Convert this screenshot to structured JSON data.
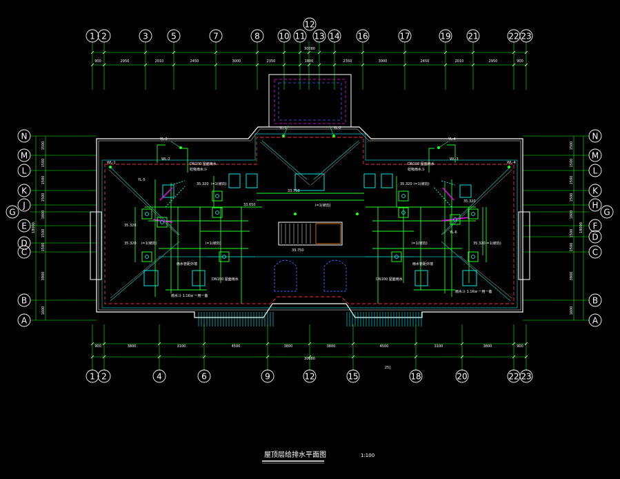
{
  "drawing": {
    "title": "屋顶层给排水平面图",
    "scale": "1:100",
    "colors": {
      "background": "#000000",
      "grid_line": "#00ff00",
      "wall": "#ffffff",
      "pipe_green": "#22ff22",
      "roof_cyan": "#00cccc",
      "pipe_red": "#ff3030",
      "pipe_magenta": "#ff00ff",
      "pipe_blue": "#4466ff",
      "pipe_cyan_bright": "#00ffff",
      "text": "#ffffff"
    }
  },
  "axes": {
    "top": [
      "1",
      "2",
      "3",
      "5",
      "7",
      "8",
      "10",
      "11",
      "12",
      "13",
      "14",
      "16",
      "17",
      "19",
      "21",
      "22",
      "23"
    ],
    "bottom": [
      "1",
      "2",
      "4",
      "6",
      "9",
      "12",
      "15",
      "18",
      "20",
      "22",
      "23"
    ],
    "left": [
      "N",
      "M",
      "L",
      "K",
      "J",
      "G",
      "E",
      "D",
      "C",
      "B",
      "A"
    ],
    "right": [
      "N",
      "M",
      "L",
      "K",
      "H",
      "G",
      "F",
      "D",
      "C",
      "B",
      "A"
    ]
  },
  "dimensions": {
    "top_total": "30080",
    "top_segments": [
      "900",
      "2950",
      "2010",
      "2450",
      "3000",
      "2350",
      "1800",
      "2350",
      "3000",
      "2450",
      "2010",
      "2950",
      "900"
    ],
    "bottom_total": "30080",
    "bottom_segments": [
      "900",
      "3800",
      "3100",
      "4500",
      "3800",
      "3800",
      "4500",
      "3100",
      "3800",
      "900"
    ],
    "bottom_extra": "25]",
    "left_total": "18000",
    "left_segments": [
      "1500",
      "1500",
      "1500",
      "1500",
      "1800",
      "1500",
      "1500",
      "3900",
      "1600"
    ],
    "right_total": "18000",
    "right_segments": [
      "1500",
      "1500",
      "1500",
      "1500",
      "1800",
      "1500",
      "1500",
      "3900",
      "1600"
    ]
  },
  "labels": {
    "elev_top_center": "33.750",
    "elev_center": "33.650",
    "elev_bottom_center": "33.750",
    "elev_left_1": "35.320",
    "elev_left_2": "35.320",
    "elev_left_3": "35.320",
    "elev_right_1": "35.320",
    "elev_right_2": "35.320",
    "elev_right_3": "35.320",
    "slope_1": "i=1(坡向)",
    "slope_2": "i=1(坡向)",
    "slope_3": "i=1(坡向)",
    "slope_4": "i=1(坡向)",
    "slope_5": "i=1(坡向)",
    "slope_6": "i=1(坡向)",
    "slope_7": "i=1(坡向)",
    "dn_left": "DN100 屋面雨水",
    "dn_left_sub": "虹吸雨水斗",
    "dn_right": "DN100 屋面雨水",
    "dn_right_sub": "虹吸雨水斗",
    "dn_low_left": "DN100 屋面雨水",
    "dn_low_right": "DN100 屋面雨水",
    "note_left": "雨水管距外墙",
    "note_right": "雨水管距外墙",
    "ll_1": "YL-1",
    "ll_2": "YL-2",
    "ll_3": "YL-3",
    "ll_4": "YL-4",
    "ll_5": "YL-5",
    "ll_6": "YL-6",
    "wl_1": "WL-1",
    "wl_2": "WL-2",
    "wl_3": "WL-3",
    "wl_4": "WL-4",
    "rw_left": "雨水斗 1.1Kw  一用一备",
    "rw_right": "雨水斗 1.1Kw  一用一备"
  }
}
